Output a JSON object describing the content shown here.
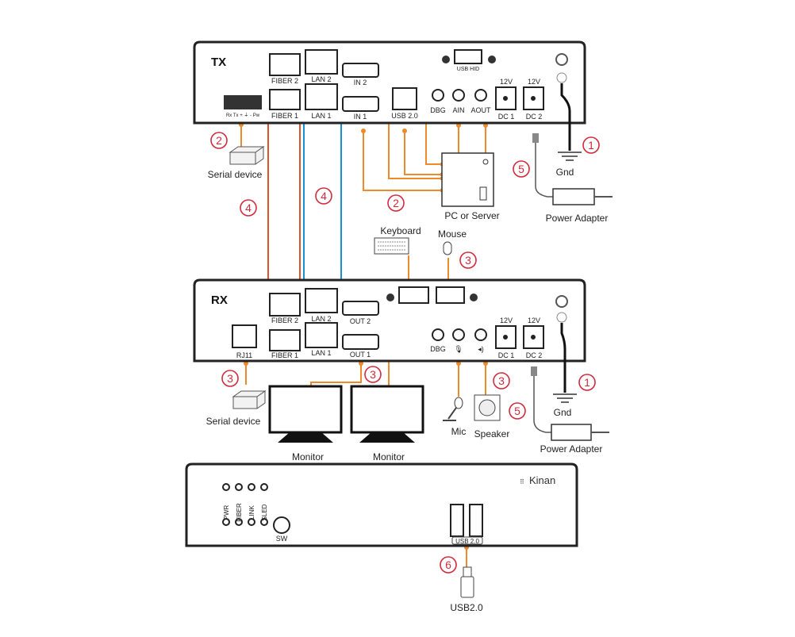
{
  "tx": {
    "title": "TX",
    "fiber2": "FIBER 2",
    "fiber1": "FIBER 1",
    "terminal": "Rx Tx + ⏚ - Pw",
    "lan2": "LAN 2",
    "lan1": "LAN 1",
    "in2": "IN 2",
    "in1": "IN 1",
    "usb": "USB 2.0",
    "usb_hid": "USB HID",
    "dbg": "DBG",
    "ain": "AIN",
    "aout": "AOUT",
    "v1": "12V",
    "v2": "12V",
    "dc1": "DC 1",
    "dc2": "DC 2"
  },
  "rx": {
    "title": "RX",
    "fiber2": "FIBER 2",
    "fiber1": "FIBER 1",
    "rj11": "RJ11",
    "lan2": "LAN 2",
    "lan1": "LAN 1",
    "out2": "OUT 2",
    "out1": "OUT 1",
    "dbg": "DBG",
    "v1": "12V",
    "v2": "12V",
    "dc1": "DC 1",
    "dc2": "DC 2"
  },
  "front": {
    "leds": [
      "PWR",
      "FIBER",
      "LINK",
      "SLED"
    ],
    "sw": "SW",
    "brand": "Kinan",
    "usb": "USB 2.0"
  },
  "devices": {
    "serial_tx": "Serial device",
    "pc": "PC  or Server",
    "gnd_tx": "Gnd",
    "adapter_tx": "Power Adapter",
    "keyboard": "Keyboard",
    "mouse": "Mouse",
    "serial_rx": "Serial device",
    "monitor1": "Monitor",
    "monitor2": "Monitor",
    "mic": "Mic",
    "speaker": "Speaker",
    "gnd_rx": "Gnd",
    "adapter_rx": "Power Adapter",
    "usb_stick": "USB2.0"
  },
  "markers": {
    "gnd_tx": "1",
    "serial_tx": "2",
    "fiber": "4",
    "lan": "4",
    "pc": "2",
    "adapter_tx": "5",
    "kbm": "3",
    "serial_rx": "3",
    "video": "3",
    "audio": "3",
    "gnd_rx": "1",
    "adapter_rx": "5",
    "usb": "6"
  },
  "colors": {
    "fiber": "#e0532a",
    "lan": "#1a8fd6",
    "cable": "#ee8a2a",
    "marker": "#d22a3a"
  }
}
